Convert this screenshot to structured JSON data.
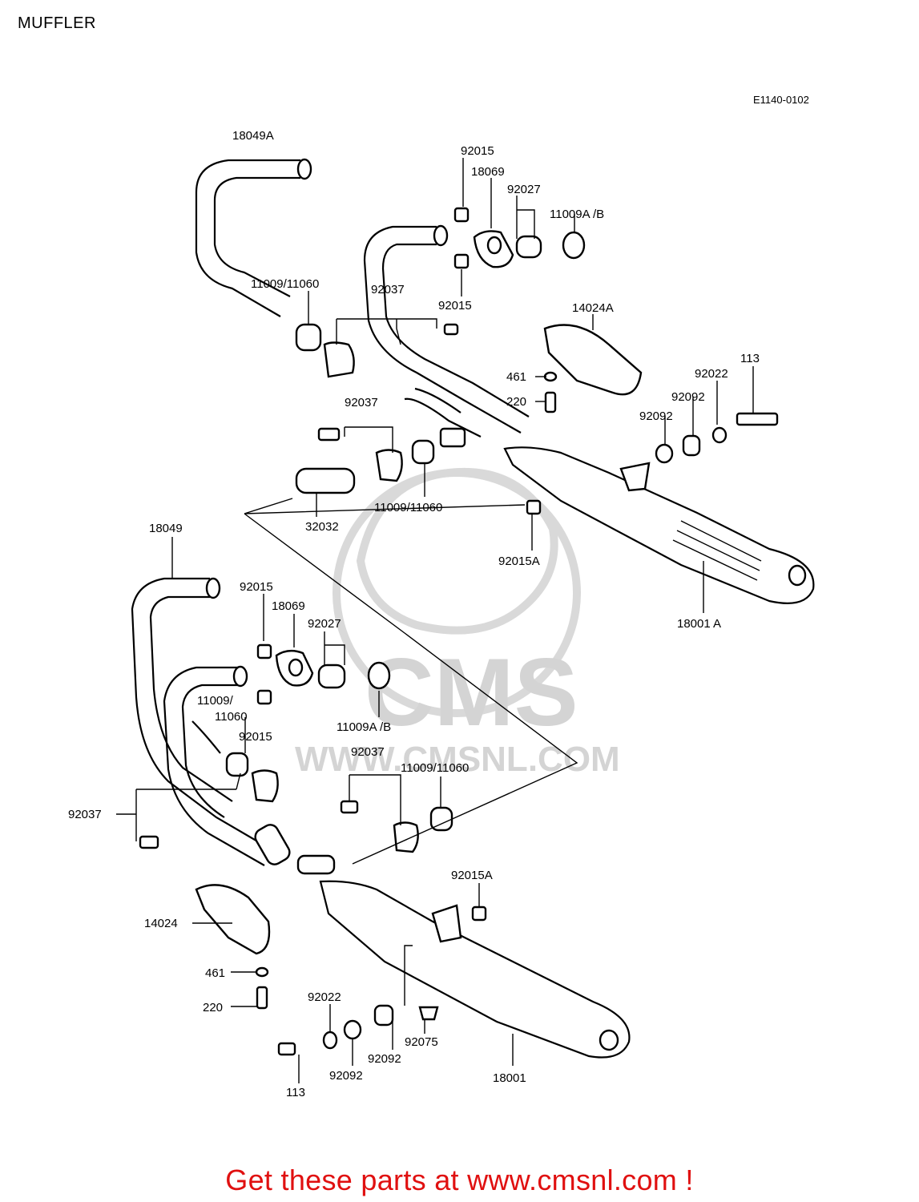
{
  "page": {
    "title": "MUFFLER",
    "drawing_ref": "E1140-0102",
    "promo": "Get these parts at www.cmsnl.com !"
  },
  "watermark": {
    "logo_text": "CMS",
    "url_text": "WWW.CMSNL.COM"
  },
  "callouts": [
    {
      "id": "c1",
      "label": "18049A"
    },
    {
      "id": "c2",
      "label": "92015"
    },
    {
      "id": "c3",
      "label": "18069"
    },
    {
      "id": "c4",
      "label": "92027"
    },
    {
      "id": "c5",
      "label": "11009A /B"
    },
    {
      "id": "c6",
      "label": "11009/11060"
    },
    {
      "id": "c7",
      "label": "92037"
    },
    {
      "id": "c8",
      "label": "92015"
    },
    {
      "id": "c9",
      "label": "14024A"
    },
    {
      "id": "c10",
      "label": "461"
    },
    {
      "id": "c11",
      "label": "220"
    },
    {
      "id": "c12",
      "label": "113"
    },
    {
      "id": "c13",
      "label": "92022"
    },
    {
      "id": "c14",
      "label": "92092"
    },
    {
      "id": "c15",
      "label": "92092"
    },
    {
      "id": "c16",
      "label": "92037"
    },
    {
      "id": "c17",
      "label": "11009/11060"
    },
    {
      "id": "c18",
      "label": "32032"
    },
    {
      "id": "c19",
      "label": "92015A"
    },
    {
      "id": "c20",
      "label": "18001 A"
    },
    {
      "id": "c21",
      "label": "18049"
    },
    {
      "id": "c22",
      "label": "92015"
    },
    {
      "id": "c23",
      "label": "18069"
    },
    {
      "id": "c24",
      "label": "92027"
    },
    {
      "id": "c25",
      "label": "11009/"
    },
    {
      "id": "c26",
      "label": "11060"
    },
    {
      "id": "c27",
      "label": "92015"
    },
    {
      "id": "c28",
      "label": "11009A /B"
    },
    {
      "id": "c29",
      "label": "92037"
    },
    {
      "id": "c30",
      "label": "11009/11060"
    },
    {
      "id": "c31",
      "label": "92037"
    },
    {
      "id": "c32",
      "label": "92015A"
    },
    {
      "id": "c33",
      "label": "14024"
    },
    {
      "id": "c34",
      "label": "461"
    },
    {
      "id": "c35",
      "label": "220"
    },
    {
      "id": "c36",
      "label": "92022"
    },
    {
      "id": "c37",
      "label": "92092"
    },
    {
      "id": "c38",
      "label": "92092"
    },
    {
      "id": "c39",
      "label": "92075"
    },
    {
      "id": "c40",
      "label": "113"
    },
    {
      "id": "c41",
      "label": "18001"
    }
  ]
}
